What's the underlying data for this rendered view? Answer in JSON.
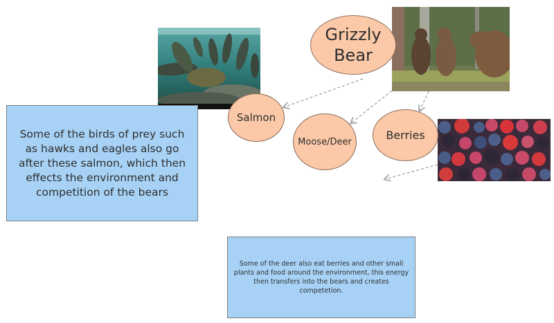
{
  "nodes": {
    "grizzly": {
      "label_line1": "Grizzly",
      "label_line2": "Bear"
    },
    "salmon": {
      "label": "Salmon"
    },
    "moose": {
      "label": "Moose/Deer"
    },
    "berries": {
      "label": "Berries"
    }
  },
  "images": {
    "salmon_photo": {
      "icon": "salmon-photo"
    },
    "bear_photo": {
      "icon": "bear-family-photo"
    },
    "berries_photo": {
      "icon": "mixed-berries-photo"
    }
  },
  "notes": {
    "salmon_note": "Some of the birds of prey such as hawks and eagles also go after these salmon, which then effects the environment and competition of the bears",
    "deer_note": "Some of the deer also eat berries and other small plants and food around the environment, this energy then transfers into the bears and creates competetion."
  },
  "colors": {
    "node_fill": "#fbc9a8",
    "node_border": "#8a6a58",
    "note_fill": "#a7d2f6",
    "note_border": "#7a7f86",
    "arrow": "#a0a0a0"
  }
}
